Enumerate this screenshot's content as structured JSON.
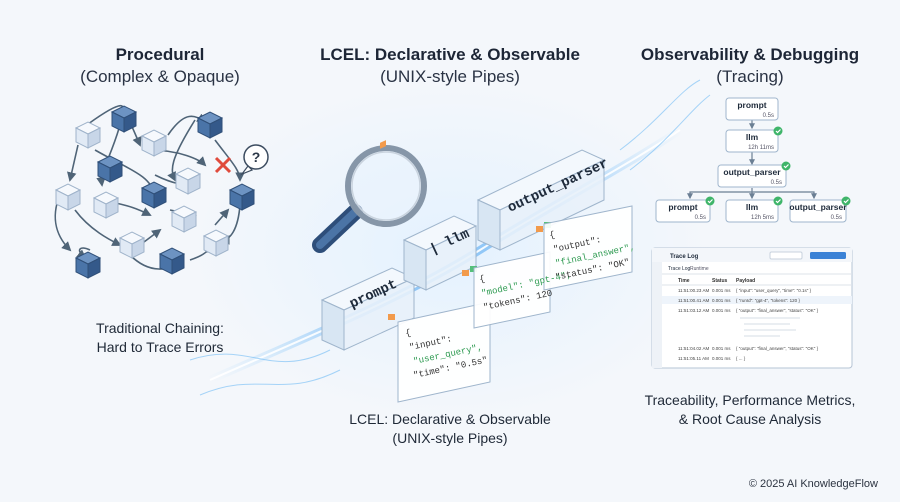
{
  "left": {
    "title": "Procedural",
    "subtitle": "(Complex & Opaque)",
    "caption_line1": "Traditional Chaining:",
    "caption_line2": "Hard to Trace Errors"
  },
  "center": {
    "title": "LCEL: Declarative & Observable",
    "subtitle": "(UNIX-style Pipes)",
    "caption_line1": "LCEL: Declarative & Observable",
    "caption_line2": "(UNIX-style Pipes)",
    "blocks": [
      "prompt",
      "| llm",
      "output_parser"
    ],
    "prompt_card": [
      "{",
      "\"input\":",
      "\"user_query\",",
      "\"time\": \"0.5s\""
    ],
    "llm_card": [
      "{",
      "\"model\": \"gpt-4\",",
      "\"tokens\": 120"
    ],
    "parser_card": [
      "{",
      "\"output\":",
      "\"final_answer\",",
      "\"status\": \"OK\""
    ]
  },
  "right": {
    "title": "Observability & Debugging",
    "subtitle": "(Tracing)",
    "caption_line1": "Traceability, Performance Metrics,",
    "caption_line2": "& Root Cause Analysis",
    "tree": {
      "prompt": {
        "label": "prompt",
        "time": "0.5s"
      },
      "llm": {
        "label": "llm",
        "time": "12h 11ms"
      },
      "parser": {
        "label": "output_parser",
        "time": "0.5s"
      },
      "prompt2": {
        "label": "prompt",
        "time": "0.5s"
      },
      "llm2": {
        "label": "llm",
        "time": "12h 5ms"
      },
      "parser2": {
        "label": "output_parser",
        "time": "0.5s"
      }
    },
    "trace_log": {
      "title": "Trace Log",
      "tabs": [
        "Trace Log",
        "Runtime"
      ],
      "columns": [
        "Time",
        "Status",
        "Payload"
      ],
      "rows": [
        [
          "11:51:00.23 AM",
          "0.001 ms",
          "{ \"input\": \"user_query\", \"time\": \"0.1s\" }"
        ],
        [
          "11:51:00.41 AM",
          "0.001 ms",
          "{ \"runId\": \"gpt-4\", \"tokens\": 120 }"
        ],
        [
          "11:51:03.12 AM",
          "0.001 ms",
          "{ \"output\": \"final_answer\", \"status\": \"OK\" }"
        ],
        [
          "11:51:04.02 AM",
          "0.001 ms",
          "{ \"output\": \"final_answer\", \"status\": \"OK\" }"
        ],
        [
          "11:51:05.11 AM",
          "0.001 ms",
          "{ ... }"
        ]
      ]
    }
  },
  "copyright": "© 2025 AI KnowledgeFlow",
  "colors": {
    "cube_dark": "#3f6b9e",
    "cube_light": "#dfe8f3",
    "arrow": "#4f6477",
    "error": "#e04b3c",
    "beam": "#4aa8f0",
    "check": "#3fb56a"
  }
}
